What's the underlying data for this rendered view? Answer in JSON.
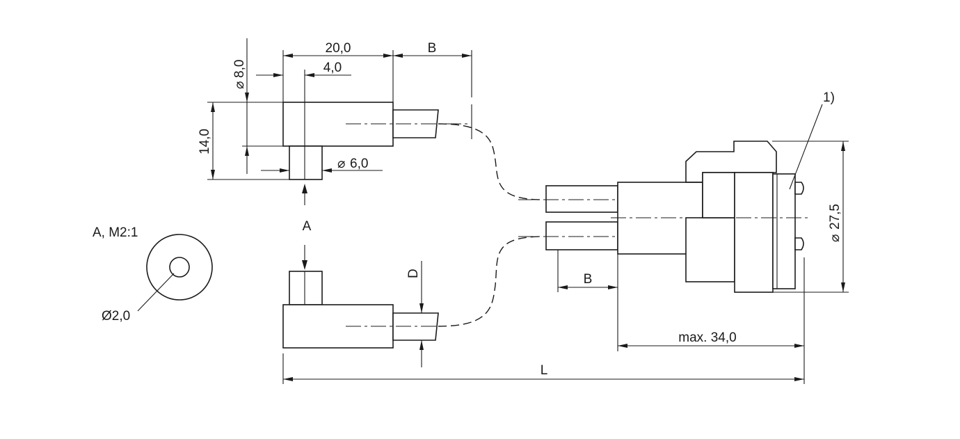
{
  "labels": {
    "dim_20": "20,0",
    "dim_b_top": "B",
    "dim_4": "4,0",
    "dia_8": "8,0",
    "dim_14": "14,0",
    "dia_6": "6,0",
    "view_a_marker": "A",
    "view_a_title": "A, M2:1",
    "dia_2": "Ø2,0",
    "dim_d": "D",
    "dim_b_mid": "B",
    "note_1": "1)",
    "dia_27_5": "27,5",
    "dim_max_34": "max. 34,0",
    "dim_l": "L"
  },
  "symbols": {
    "diameter": "⌀"
  },
  "colors": {
    "line": "#1a1a1a",
    "background": "#ffffff"
  }
}
